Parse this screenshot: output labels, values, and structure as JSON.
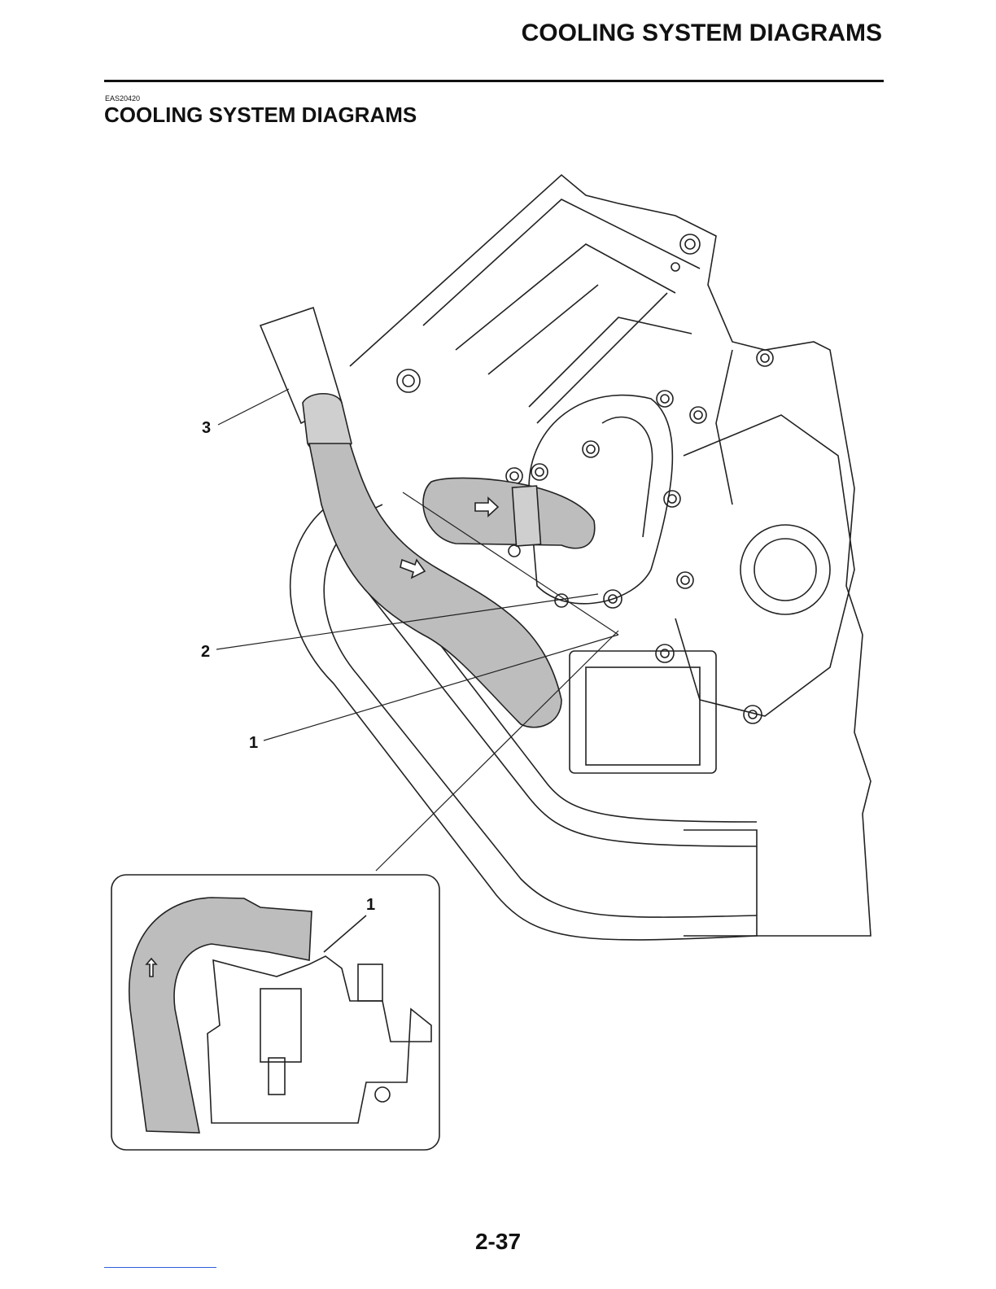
{
  "header": {
    "running_title": "COOLING SYSTEM DIAGRAMS"
  },
  "section": {
    "code": "EAS20420",
    "title": "COOLING SYSTEM DIAGRAMS"
  },
  "callouts": {
    "main_3": "3",
    "main_2": "2",
    "main_1": "1",
    "inset_1": "1"
  },
  "footer": {
    "page_number": "2-37"
  }
}
